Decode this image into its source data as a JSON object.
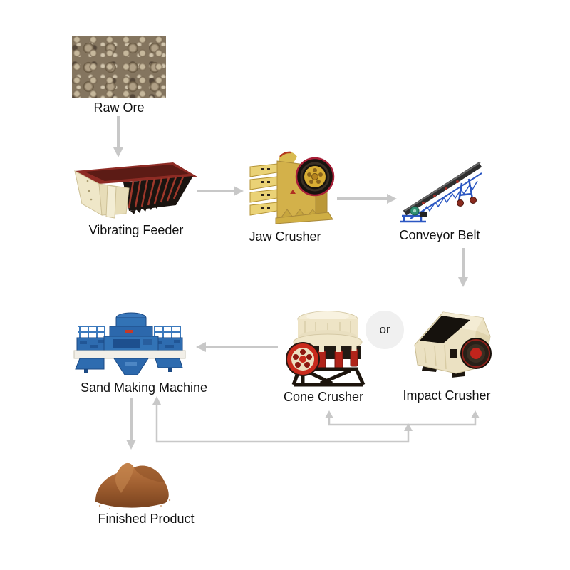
{
  "palette": {
    "background": "#ffffff",
    "connector": "#c8c8c8",
    "label_text": "#111111",
    "or_circle_bg": "#f0f0f0",
    "machine_cream": "#ece2c4",
    "machine_yellow": "#d3b14a",
    "machine_blue": "#3273b6",
    "machine_dark_red": "#8e2b24",
    "sand_brown": "#9c5c2e"
  },
  "flow": {
    "or_label": "or",
    "nodes": [
      {
        "id": "raw-ore",
        "label": "Raw Ore",
        "kind": "material-photo"
      },
      {
        "id": "vibrating-feeder",
        "label": "Vibrating Feeder",
        "kind": "machine"
      },
      {
        "id": "jaw-crusher",
        "label": "Jaw Crusher",
        "kind": "machine"
      },
      {
        "id": "conveyor-belt",
        "label": "Conveyor Belt",
        "kind": "machine"
      },
      {
        "id": "cone-crusher",
        "label": "Cone Crusher",
        "kind": "machine"
      },
      {
        "id": "impact-crusher",
        "label": "Impact Crusher",
        "kind": "machine"
      },
      {
        "id": "sand-making-machine",
        "label": "Sand Making Machine",
        "kind": "machine"
      },
      {
        "id": "finished-product",
        "label": "Finished Product",
        "kind": "material-photo"
      }
    ],
    "edges": [
      {
        "from": "raw-ore",
        "to": "vibrating-feeder"
      },
      {
        "from": "vibrating-feeder",
        "to": "jaw-crusher"
      },
      {
        "from": "jaw-crusher",
        "to": "conveyor-belt"
      },
      {
        "from": "conveyor-belt",
        "to": "impact-crusher"
      },
      {
        "from": "cone-crusher",
        "to": "sand-making-machine"
      },
      {
        "from": "sand-making-machine",
        "to": "finished-product"
      },
      {
        "from": "sand-making-machine",
        "to": "cone-crusher",
        "note": "recirculation"
      },
      {
        "from": "sand-making-machine",
        "to": "impact-crusher",
        "note": "recirculation"
      }
    ],
    "alternatives": [
      [
        "cone-crusher",
        "impact-crusher"
      ]
    ]
  }
}
